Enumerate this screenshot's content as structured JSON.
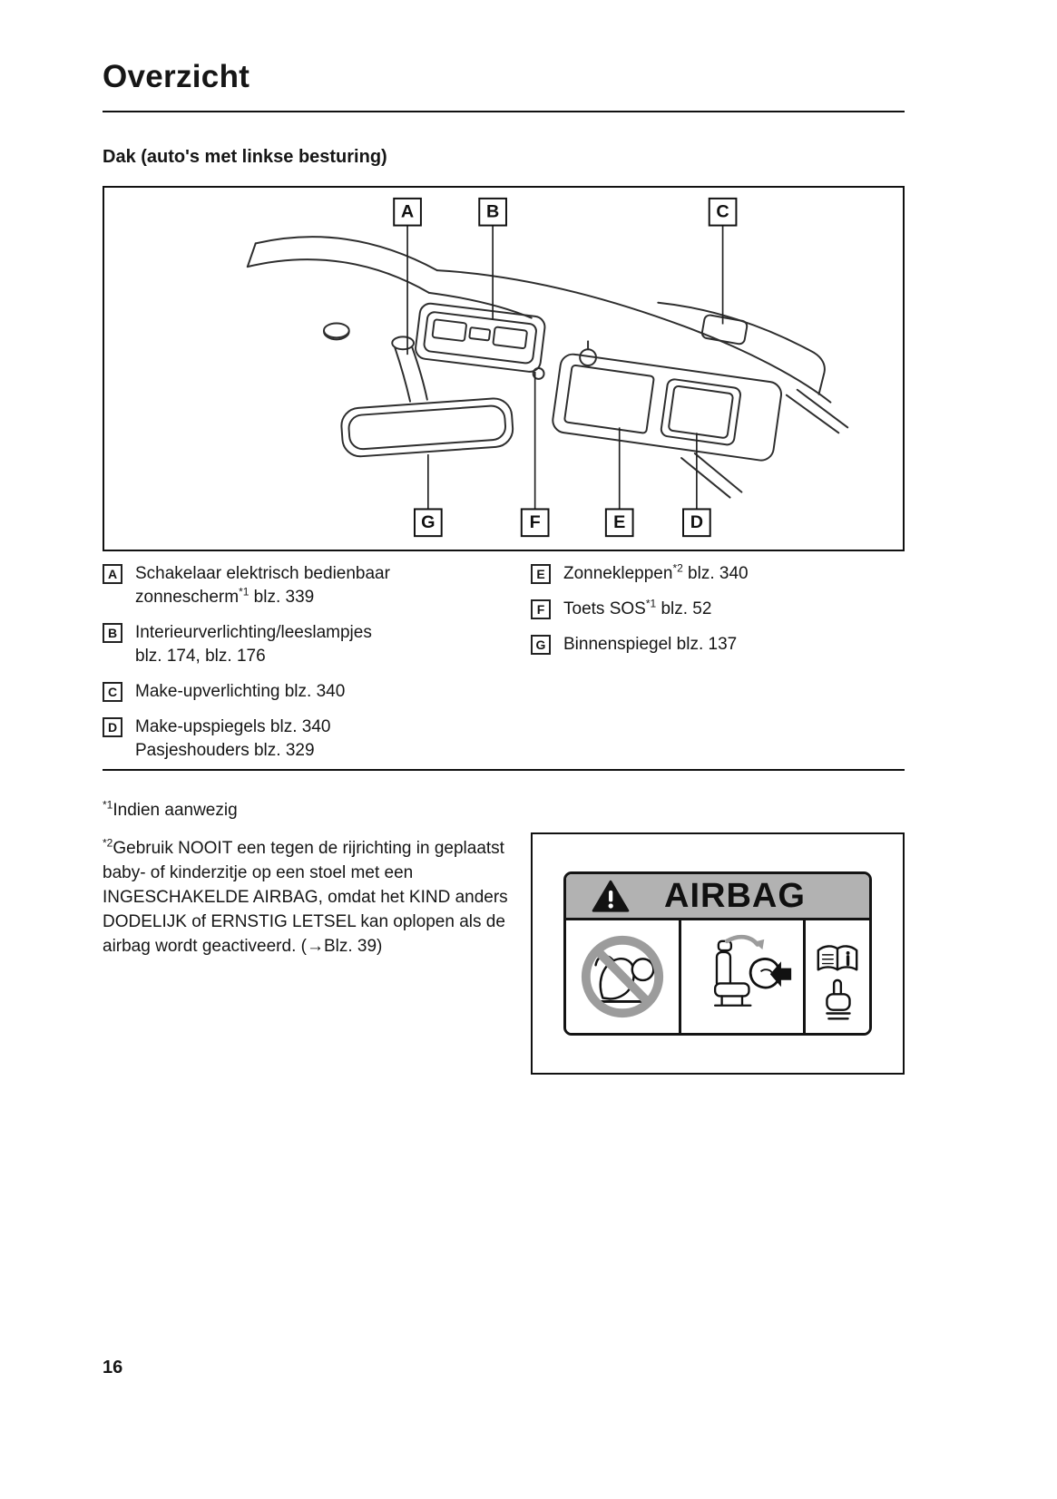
{
  "page": {
    "title": "Overzicht",
    "section_heading": "Dak (auto's met linkse besturing)",
    "page_number": "16"
  },
  "diagram": {
    "top_labels": [
      "A",
      "B",
      "C"
    ],
    "bottom_labels": [
      "G",
      "F",
      "E",
      "D"
    ]
  },
  "legend": {
    "left": [
      {
        "key": "A",
        "line1": "Schakelaar elektrisch bedienbaar",
        "line2": "zonnescherm",
        "sup": "*1",
        "line2_after": " blz. 339"
      },
      {
        "key": "B",
        "line1": "Interieurverlichting/leeslampjes",
        "line2": "blz. 174, blz. 176"
      },
      {
        "key": "C",
        "line1": "Make-upverlichting blz. 340"
      },
      {
        "key": "D",
        "line1": "Make-upspiegels blz. 340",
        "line2": "Pasjeshouders blz. 329"
      }
    ],
    "right": [
      {
        "key": "E",
        "line1": "Zonnekleppen",
        "sup": "*2",
        "after": " blz. 340"
      },
      {
        "key": "F",
        "line1": "Toets SOS",
        "sup": "*1",
        "after": " blz. 52"
      },
      {
        "key": "G",
        "line1": "Binnenspiegel blz. 137"
      }
    ]
  },
  "footnotes": [
    {
      "marker": "*1",
      "text": "Indien aanwezig"
    },
    {
      "marker": "*2",
      "text": "Gebruik NOOIT een tegen de rijrichting in geplaatst baby- of kinderzitje op een stoel met een INGESCHAKELDE AIRBAG, omdat het KIND anders DODELIJK of ERNSTIG LETSEL kan oplopen als de airbag wordt geactiveerd. (→Blz. 39)"
    }
  ],
  "airbag_label": {
    "title": "AIRBAG",
    "colors": {
      "band": "#b2b2b2",
      "prohibition": "#9c9c9c"
    }
  }
}
